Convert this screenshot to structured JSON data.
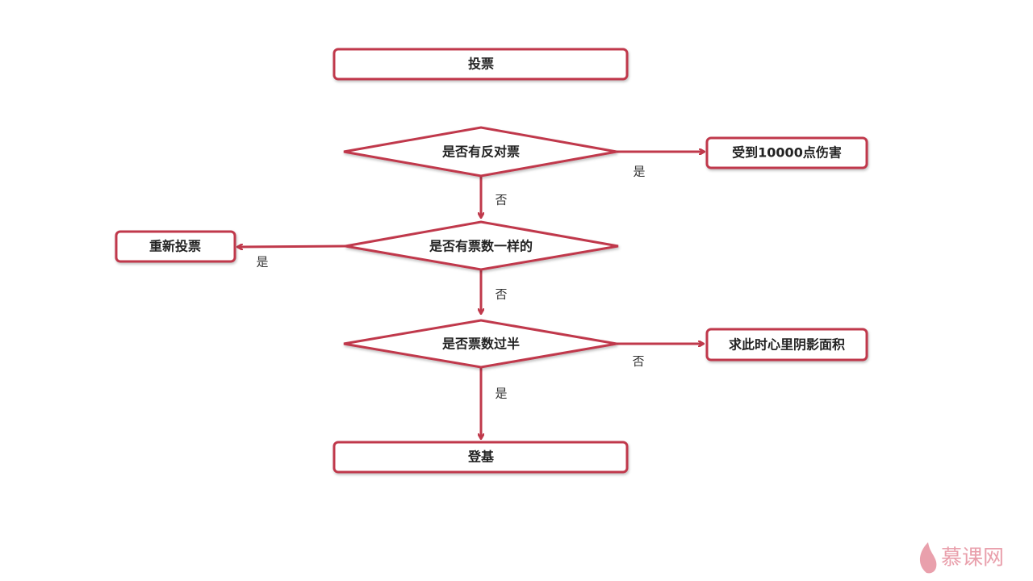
{
  "nodes": {
    "start": "投票",
    "q1": "是否有反对票",
    "r1": "受到10000点伤害",
    "q2": "是否有票数一样的",
    "r2": "重新投票",
    "q3": "是否票数过半",
    "r3": "求此时心里阴影面积",
    "end": "登基"
  },
  "edges": {
    "q1_yes": "是",
    "q1_no": "否",
    "q2_yes": "是",
    "q2_no": "否",
    "q3_no": "否",
    "q3_yes": "是"
  },
  "watermark": "慕课网",
  "colors": {
    "accent": "#c0394b",
    "watermark": "#e9a0ac"
  }
}
